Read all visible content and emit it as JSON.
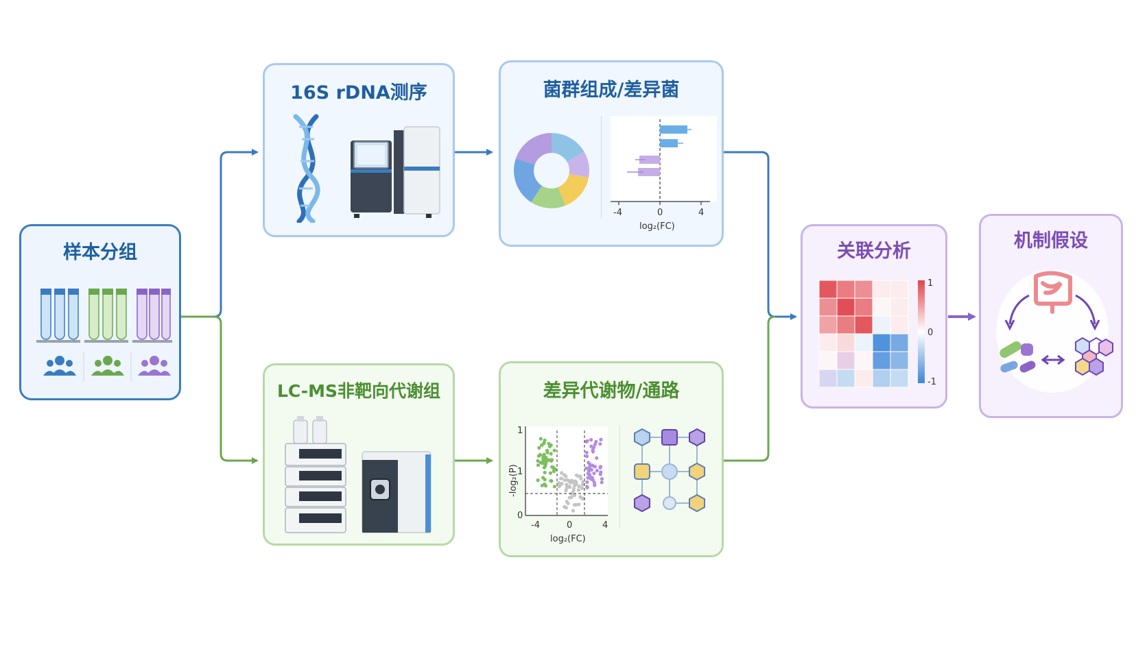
{
  "sample_group": {
    "title": "样本分组"
  },
  "seq_16s": {
    "title": "16S rDNA测序"
  },
  "microbe_comp": {
    "title": "菌群组成/差异菌",
    "axis_ticks": [
      "-4",
      "0",
      "4"
    ],
    "axis_label": "log₂(FC)"
  },
  "lcms": {
    "title": "LC-MS非靶向代谢组"
  },
  "diff_metab": {
    "title": "差异代谢物/通路",
    "x_ticks": [
      "-4",
      "0",
      "4"
    ],
    "y_ticks": [
      "0",
      "1",
      "1"
    ],
    "x_label": "log₂(FC)",
    "y_label": "-log₂(P)"
  },
  "correlation": {
    "title": "关联分析",
    "scale_ticks": [
      "1",
      "0",
      "-1"
    ]
  },
  "mechanism": {
    "title": "机制假设"
  },
  "colors": {
    "blue": "#3a7cc0",
    "green": "#6aa84f",
    "purple": "#8a63c9",
    "heat_red": "#e0454c",
    "heat_blue": "#3d86d8"
  }
}
